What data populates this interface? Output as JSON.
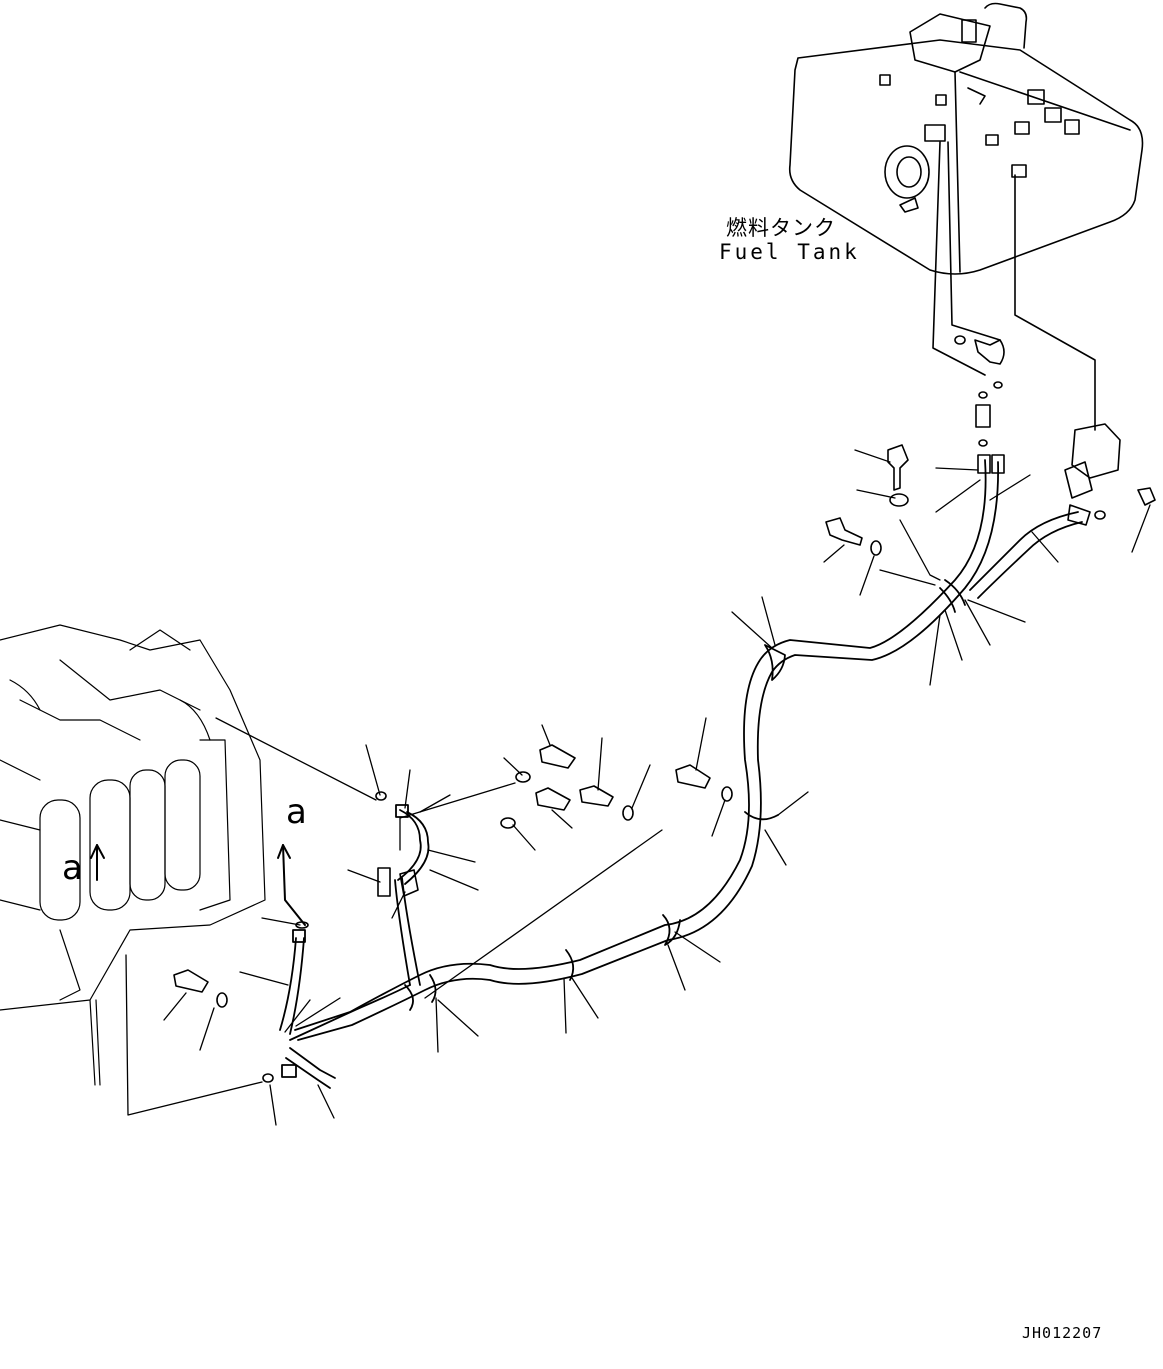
{
  "labels": {
    "tank_jp": "燃料タンク",
    "tank_en": "Fuel Tank",
    "view_marker_1": "a",
    "view_marker_2": "a",
    "drawing_number": "JH012207"
  },
  "colors": {
    "ink": "#000000",
    "paper": "#ffffff"
  }
}
